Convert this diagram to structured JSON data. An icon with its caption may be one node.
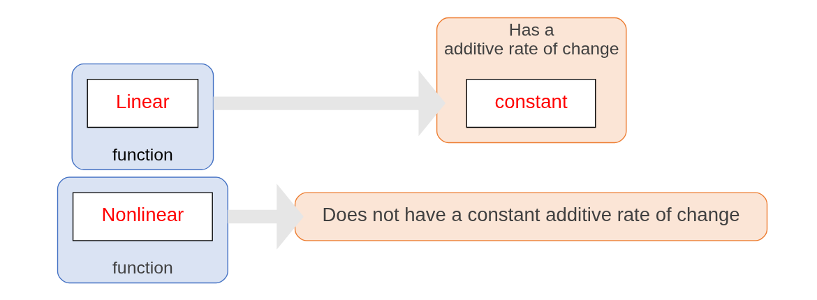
{
  "diagram": {
    "nodes": [
      {
        "text": [
          "function"
        ]
      },
      {
        "text": [
          "Linear"
        ],
        "in": 0
      },
      {
        "text": [
          "Has a",
          "additive rate of change"
        ]
      },
      {
        "text": [
          "constant"
        ],
        "in": 2
      },
      {
        "text": [
          "function"
        ]
      },
      {
        "text": [
          "Nonlinear"
        ],
        "in": 4
      },
      {
        "text": [
          "Does not have a constant additive rate of change"
        ]
      }
    ],
    "edges": [
      {
        "from": 0,
        "to": 2,
        "arrow": "to"
      },
      {
        "from": 4,
        "to": 6,
        "arrow": "to"
      }
    ]
  }
}
